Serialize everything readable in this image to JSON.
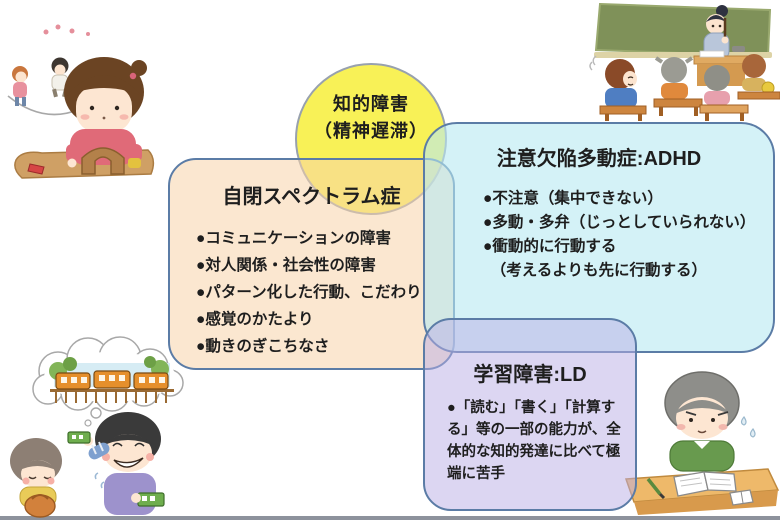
{
  "circle": {
    "line1": "知的障害",
    "line2": "（精神遅滞）"
  },
  "sections": {
    "asd": {
      "title": "自閉スペクトラム症",
      "items": [
        "●コミュニケーションの障害",
        "●対人関係・社会性の障害",
        "●パターン化した行動、こだわり",
        "●感覚のかたより",
        "●動きのぎこちなさ"
      ]
    },
    "adhd": {
      "title": "注意欠陥多動症:ADHD",
      "items": [
        "●不注意（集中できない）",
        "●多動・多弁（じっとしていられない）",
        "●衝動的に行動する",
        "　（考えるよりも先に行動する）"
      ]
    },
    "ld": {
      "title": "学習障害:LD",
      "items": [
        "●「読む」「書く」「計算する」等の一部の能力が、全体的な知的発達に比べて極端に苦手"
      ]
    }
  },
  "colors": {
    "circle_fill": "#f8f157",
    "circle_border": "#98a1ae",
    "box_border": "#5b7ca6",
    "asd_fill": "#fbe7d0",
    "adhd_fill": "#d4f1f6",
    "ld_fill": "#dcd6f2"
  },
  "illustrations": {
    "top_left": "children jumping rope and girl playing alone in sandbox",
    "top_right": "classroom with teacher at blackboard and distracted student",
    "bottom_left": "boy excitedly talking about trains while girl looks bored",
    "bottom_right": "boy struggling over open notebook at study desk"
  }
}
